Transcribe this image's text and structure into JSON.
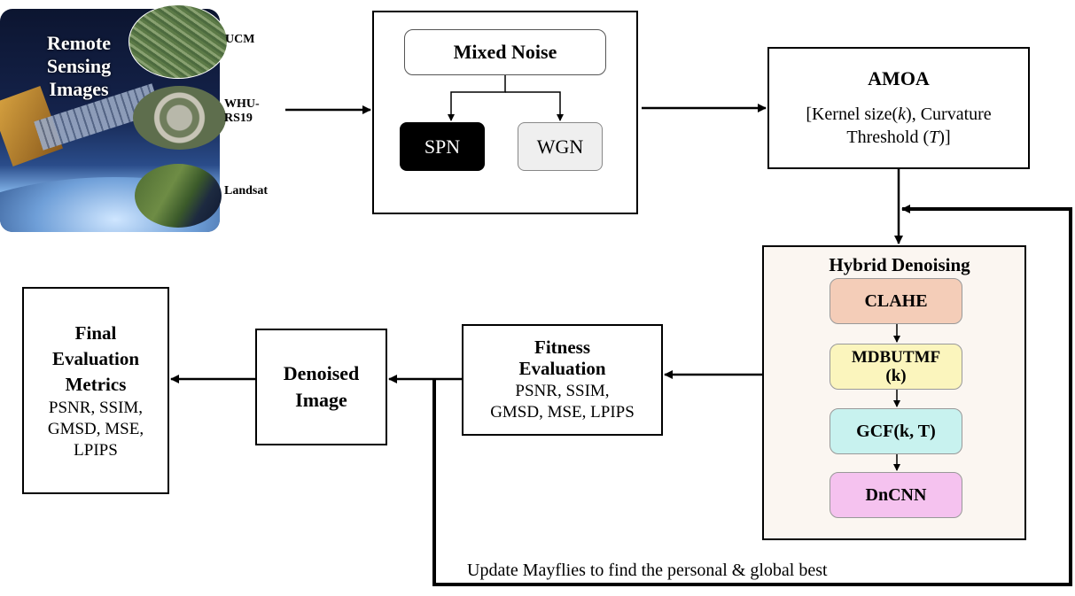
{
  "input": {
    "title_lines": [
      "Remote",
      "Sensing",
      "Images"
    ],
    "datasets": [
      "UCM",
      "WHU-",
      "RS19",
      "Landsat"
    ]
  },
  "noise": {
    "title": "Mixed Noise",
    "spn": "SPN",
    "wgn": "WGN"
  },
  "amoa": {
    "title": "AMOA",
    "line1_pre": "[Kernel size(",
    "k": "k",
    "line1_post": "), Curvature",
    "line2_pre": "Threshold (",
    "t": "T",
    "line2_post": ")]"
  },
  "hybrid": {
    "title": "Hybrid Denoising",
    "clahe": "CLAHE",
    "mdbutmf_line1": "MDBUTMF",
    "mdbutmf_line2": "(k)",
    "gcf": "GCF(k, T)",
    "dncnn": "DnCNN"
  },
  "fitness": {
    "title_line1": "Fitness",
    "title_line2": "Evaluation",
    "metrics_line1": "PSNR, SSIM,",
    "metrics_line2": "GMSD, MSE, LPIPS"
  },
  "denoised": {
    "line1": "Denoised",
    "line2": "Image"
  },
  "final": {
    "line1": "Final",
    "line2": "Evaluation",
    "line3": "Metrics",
    "metrics_line1": "PSNR, SSIM,",
    "metrics_line2": "GMSD, MSE,",
    "metrics_line3": "LPIPS"
  },
  "feedback": {
    "label": "Update Mayflies to find the personal & global best"
  },
  "colors": {
    "clahe": "#f4cdb8",
    "mdbutmf": "#fbf5bd",
    "gcf": "#c8f2ef",
    "dncnn": "#f5c2ef",
    "hybrid_bg": "#fbf6f1",
    "spn": "#000000",
    "wgn": "#efefef"
  }
}
